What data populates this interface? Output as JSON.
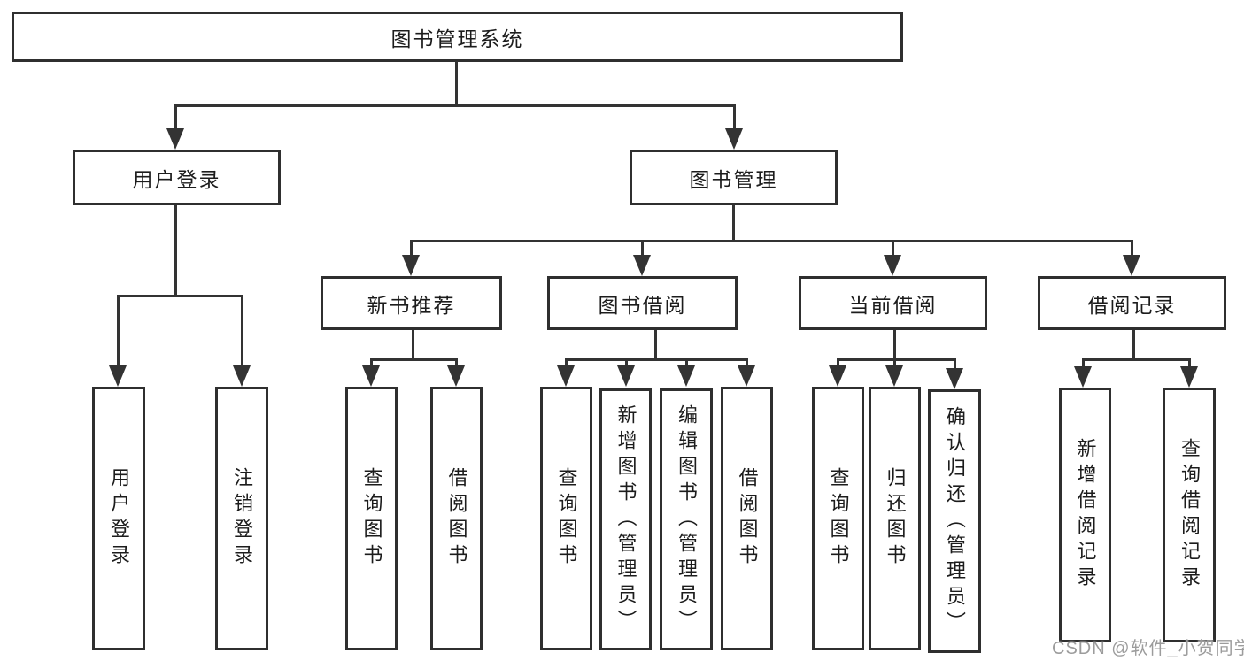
{
  "tree": {
    "root": {
      "label": "图书管理系统"
    },
    "branches": [
      {
        "label": "用户登录",
        "children": [
          {
            "label": "用户登录"
          },
          {
            "label": "注销登录"
          }
        ]
      },
      {
        "label": "图书管理",
        "children": [
          {
            "label": "新书推荐",
            "children": [
              {
                "label": "查询图书"
              },
              {
                "label": "借阅图书"
              }
            ]
          },
          {
            "label": "图书借阅",
            "children": [
              {
                "label": "查询图书"
              },
              {
                "label": "新增图书（管理员）"
              },
              {
                "label": "编辑图书（管理员）"
              },
              {
                "label": "借阅图书"
              }
            ]
          },
          {
            "label": "当前借阅",
            "children": [
              {
                "label": "查询图书"
              },
              {
                "label": "归还图书"
              },
              {
                "label": "确认归还（管理员）"
              }
            ]
          },
          {
            "label": "借阅记录",
            "children": [
              {
                "label": "新增借阅记录"
              },
              {
                "label": "查询借阅记录"
              }
            ]
          }
        ]
      }
    ]
  },
  "watermark": {
    "text": "CSDN @软件_小贺同学"
  },
  "colors": {
    "background": "#ffffff",
    "box_border": "#2f2f2f",
    "connector_line": "#333333",
    "text": "#1c1c1c",
    "watermark_text": "#9c9c9c"
  }
}
